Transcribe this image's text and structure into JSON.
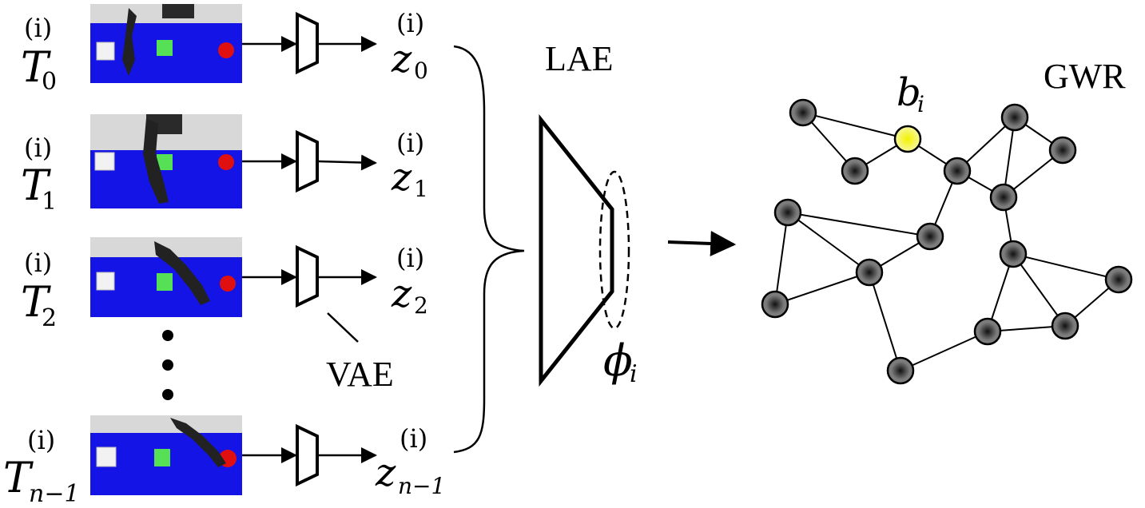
{
  "frames": [
    {
      "sup": "(i)",
      "base": "T",
      "sub": "0"
    },
    {
      "sup": "(i)",
      "base": "T",
      "sub": "1"
    },
    {
      "sup": "(i)",
      "base": "T",
      "sub": "2"
    },
    {
      "sup": "(i)",
      "base": "T",
      "sub": "n−1"
    }
  ],
  "latents": [
    {
      "sup": "(i)",
      "base": "z",
      "sub": "0"
    },
    {
      "sup": "(i)",
      "base": "z",
      "sub": "1"
    },
    {
      "sup": "(i)",
      "base": "z",
      "sub": "2"
    },
    {
      "sup": "(i)",
      "base": "z",
      "sub": "n−1"
    }
  ],
  "labels": {
    "vae": "VAE",
    "lae": "LAE",
    "gwr": "GWR",
    "phi_base": "ϕ",
    "phi_sub": "i",
    "b_base": "b",
    "b_sub": "i"
  },
  "colors": {
    "table": "#1414e6",
    "node_fill": "#7a7a7a",
    "node_center": "#111111",
    "bmu_fill": "#f6f66a"
  }
}
